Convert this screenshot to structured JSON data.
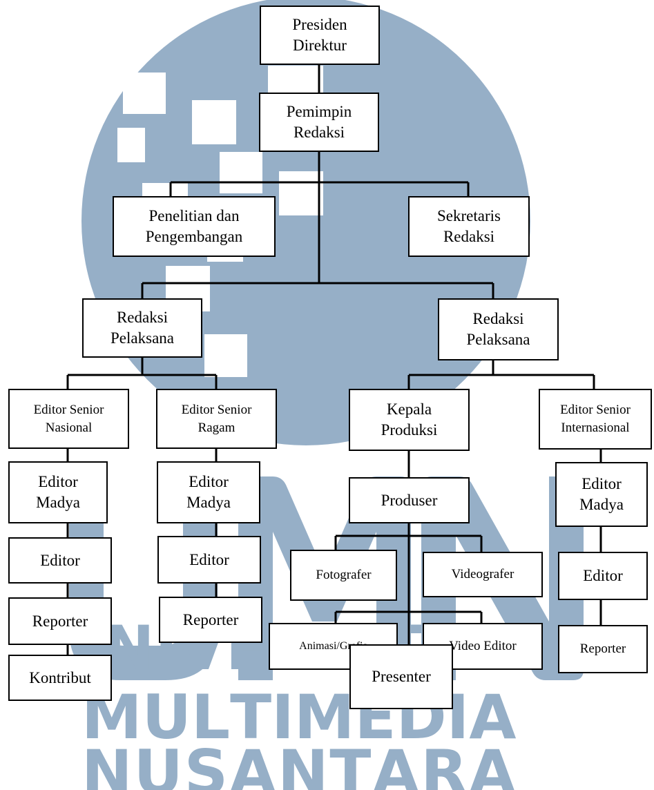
{
  "org_chart": {
    "nodes": {
      "presiden_direktur": "Presiden\nDirektur",
      "pemimpin_redaksi": "Pemimpin\nRedaksi",
      "penelitian": "Penelitian dan\nPengembangan",
      "sekretaris": "Sekretaris\nRedaksi",
      "redaksi_pelaksana_left": "Redaksi\nPelaksana",
      "redaksi_pelaksana_right": "Redaksi\nPelaksana",
      "editor_senior_nasional": "Editor Senior\nNasional",
      "editor_senior_ragam": "Editor Senior\nRagam",
      "kepala_produksi": "Kepala\nProduksi",
      "editor_senior_internasional": "Editor Senior\nInternasional",
      "editor_madya_1": "Editor\nMadya",
      "editor_madya_2": "Editor\nMadya",
      "editor_madya_3": "Editor\nMadya",
      "produser": "Produser",
      "editor_1": "Editor",
      "editor_2": "Editor",
      "editor_3": "Editor",
      "fotografer": "Fotografer",
      "videografer": "Videografer",
      "reporter_1": "Reporter",
      "reporter_2": "Reporter",
      "reporter_3": "Reporter",
      "animasi_grafis": "Animasi/Grafis",
      "video_editor": "Video Editor",
      "kontribut": "Kontribut",
      "presenter": "Presenter"
    }
  },
  "watermark": {
    "line1": [
      "N",
      "I",
      "V",
      "E",
      "R",
      "S",
      "I",
      "T",
      "A",
      "S"
    ],
    "line2": [
      "M",
      "U",
      "L",
      "T",
      "I",
      "M",
      "E",
      "D",
      "I",
      "A"
    ],
    "line3": [
      "N",
      "U",
      "S",
      "A",
      "N",
      "T",
      "A",
      "R",
      "A"
    ],
    "color": "#96afc7"
  }
}
